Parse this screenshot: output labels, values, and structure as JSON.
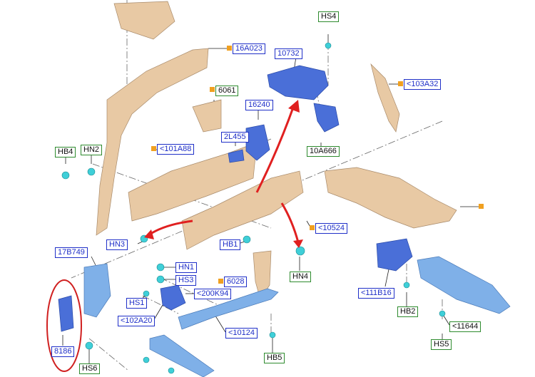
{
  "callouts": {
    "c16A023": "16A023",
    "c10732": "10732",
    "cHS4": "HS4",
    "c103A32": "<103A32",
    "c6061": "6061",
    "c16240": "16240",
    "c2L455": "2L455",
    "c101A88": "<101A88",
    "cHB4": "HB4",
    "cHN2": "HN2",
    "c10A666": "10A666",
    "c10524": "<10524",
    "cHN3": "HN3",
    "cHB1": "HB1",
    "c17B749": "17B749",
    "cHN1": "HN1",
    "cHS3": "HS3",
    "c6028": "6028",
    "cHN4": "HN4",
    "c111B16": "<111B16",
    "cHS1": "HS1",
    "c200K94": "<200K94",
    "cHB2": "HB2",
    "c102A20": "<102A20",
    "c11644": "<11644",
    "c10124": "<10124",
    "c8186": "8186",
    "cHS5": "HS5",
    "cHB5": "HB5",
    "cHS6": "HS6"
  },
  "colors": {
    "callout_blue": "#1f2fc8",
    "callout_green": "#2e8b2e",
    "part_tan": "#e8c9a4",
    "part_blue": "#4a6fd8",
    "part_light_blue": "#7fb0e8",
    "fastener_cyan": "#3fcfd8",
    "arrow_red": "#e02020",
    "highlight_circle": "#d02020",
    "marker_orange": "#f0a020"
  }
}
